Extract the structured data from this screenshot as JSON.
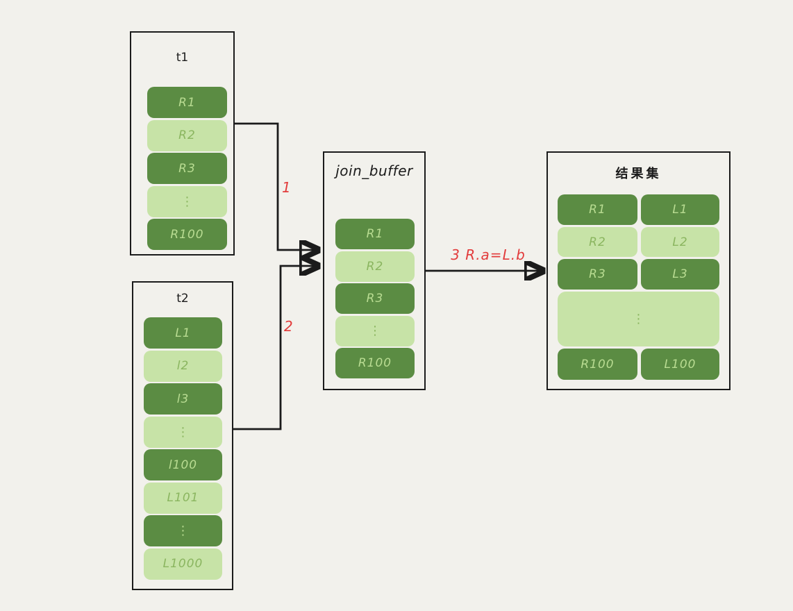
{
  "diagram": {
    "description": "Block nested-loop join with join buffer",
    "colors": {
      "background": "#f2f1ec",
      "box_border": "#1b1b1b",
      "row_dark_green": "#5b8c43",
      "row_light_green": "#c7e3a7",
      "text_on_dark": "#b9dc92",
      "text_on_light": "#8ab55f",
      "annotation_red": "#e23b3b",
      "arrow_black": "#1b1b1b"
    },
    "boxes": {
      "t1": {
        "title": "t1",
        "rows": [
          {
            "label": "R1"
          },
          {
            "label": "R2"
          },
          {
            "label": "R3"
          },
          {
            "label": "⋮"
          },
          {
            "label": "R100"
          }
        ]
      },
      "t2": {
        "title": "t2",
        "rows": [
          {
            "label": "L1"
          },
          {
            "label": "l2"
          },
          {
            "label": "l3"
          },
          {
            "label": "⋮"
          },
          {
            "label": "l100"
          },
          {
            "label": "L101"
          },
          {
            "label": "⋮"
          },
          {
            "label": "L1000"
          }
        ]
      },
      "join_buffer": {
        "title": "join_buffer",
        "rows": [
          {
            "label": "R1"
          },
          {
            "label": "R2"
          },
          {
            "label": "R3"
          },
          {
            "label": "⋮"
          },
          {
            "label": "R100"
          }
        ]
      },
      "result": {
        "title": "结果集",
        "rows": [
          {
            "left": "R1",
            "right": "L1"
          },
          {
            "left": "R2",
            "right": "L2"
          },
          {
            "left": "R3",
            "right": "L3"
          },
          {
            "dots": "⋮"
          },
          {
            "left": "R100",
            "right": "L100"
          }
        ]
      }
    },
    "arrows": {
      "step1": {
        "label": "1"
      },
      "step2": {
        "label": "2"
      },
      "step3": {
        "label": "3  R.a=L.b"
      }
    }
  }
}
